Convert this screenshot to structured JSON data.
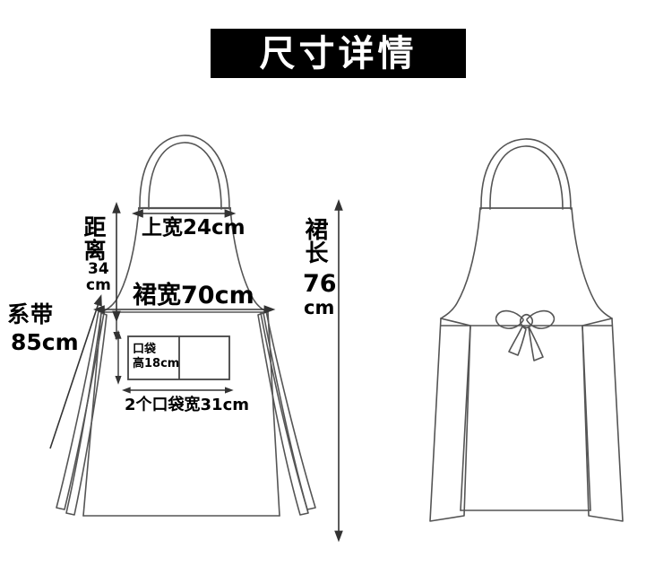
{
  "title": {
    "text": "尺寸详情",
    "background": "#000000",
    "color": "#ffffff"
  },
  "figure": {
    "front_view_name": "apron-front-view",
    "back_view_name": "apron-back-view",
    "line_color": "#555555",
    "dimension_color": "#444444"
  },
  "dimensions": {
    "distance_label": "距离",
    "distance_value": "34",
    "distance_unit": "cm",
    "top_width": "上宽24cm",
    "skirt_width": "裙宽70cm",
    "length_label": "裙长",
    "length_value": "76",
    "length_unit": "cm",
    "strap_label": "系带",
    "strap_value": "85cm",
    "pocket_label": "口袋",
    "pocket_height": "高18cm",
    "pockets_width": "2个口袋宽31cm"
  },
  "measurements": {
    "top_width_cm": 24,
    "skirt_width_cm": 70,
    "length_cm": 76,
    "distance_cm": 34,
    "strap_cm": 85,
    "pocket_height_cm": 18,
    "two_pockets_width_cm": 31
  }
}
